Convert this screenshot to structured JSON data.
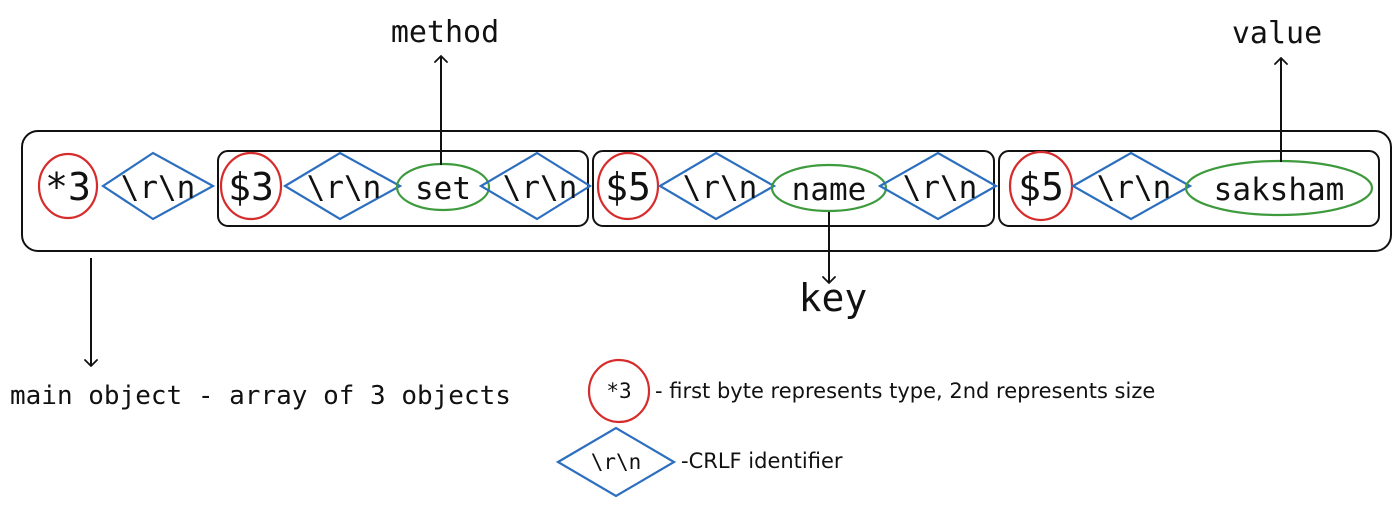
{
  "colors": {
    "ink": "#111111",
    "type_marker": "#d62c2c",
    "crlf": "#2d6fbf",
    "token": "#3d9a3d"
  },
  "main": {
    "array_marker": "*3",
    "crlf": "\\r\\n"
  },
  "segments": [
    {
      "length_marker": "$3",
      "crlf_1": "\\r\\n",
      "token": "set",
      "crlf_2": "\\r\\n"
    },
    {
      "length_marker": "$5",
      "crlf_1": "\\r\\n",
      "token": "name",
      "crlf_2": "\\r\\n"
    },
    {
      "length_marker": "$5",
      "crlf_1": "\\r\\n",
      "token": "saksham"
    }
  ],
  "annotations": {
    "method": "method",
    "value": "value",
    "key": "key",
    "main_object": "main object - array of 3 objects"
  },
  "legend": {
    "type_marker_sample": "*3",
    "type_marker_desc": "- first byte represents type, 2nd represents size",
    "crlf_sample": "\\r\\n",
    "crlf_desc": "-CRLF identifier"
  }
}
